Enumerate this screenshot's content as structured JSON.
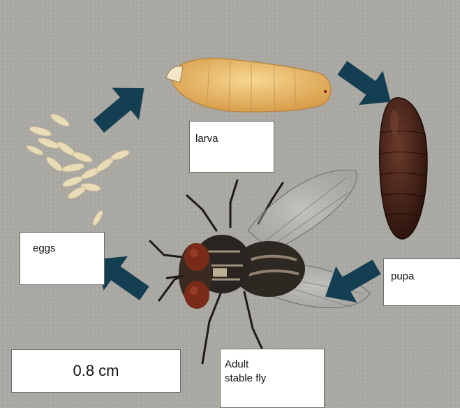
{
  "labels": {
    "larva": "larva",
    "eggs": "eggs",
    "pupa": "pupa",
    "adult_line1": "Adult",
    "adult_line2": "stable fly",
    "scale": "0.8 cm"
  },
  "colors": {
    "arrow": "#143f52",
    "background": "#a9a8a2",
    "larva": "#e6b96a",
    "eggs": "#eadcb8",
    "pupa": "#3a1a14",
    "fly_body": "#2a2420",
    "fly_eye": "#7a2a18"
  }
}
